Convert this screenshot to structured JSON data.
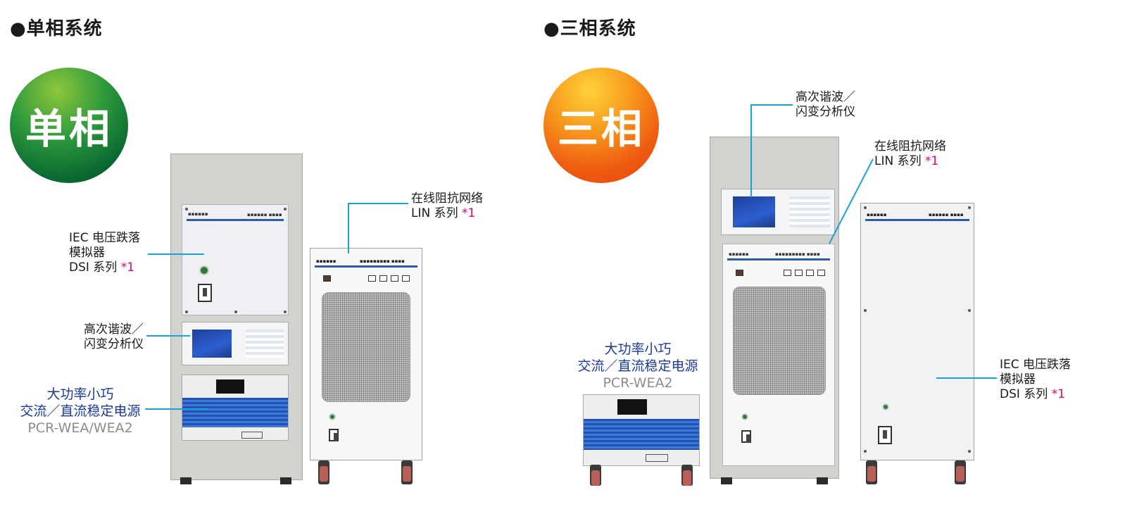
{
  "sections": {
    "single": {
      "title": "●单相系统",
      "badge": "单相",
      "dsi": {
        "l1": "IEC 电压跌落",
        "l2": "模拟器",
        "l3": "DSI 系列",
        "ref": "*1"
      },
      "harmonic": {
        "l1": "高次谐波／",
        "l2": "闪变分析仪"
      },
      "pcr": {
        "l1": "大功率小巧",
        "l2": "交流／直流稳定电源",
        "model": "PCR-WEA/WEA2"
      },
      "lin": {
        "l1": "在线阻抗网络",
        "l2": "LIN 系列",
        "ref": "*1"
      }
    },
    "three": {
      "title": "●三相系统",
      "badge": "三相",
      "harmonic": {
        "l1": "高次谐波／",
        "l2": "闪变分析仪"
      },
      "lin": {
        "l1": "在线阻抗网络",
        "l2": "LIN 系列",
        "ref": "*1"
      },
      "pcr": {
        "l1": "大功率小巧",
        "l2": "交流／直流稳定电源",
        "model": "PCR-WEA2"
      },
      "dsi": {
        "l1": "IEC 电压跌落",
        "l2": "模拟器",
        "l3": "DSI 系列",
        "ref": "*1"
      }
    }
  },
  "colors": {
    "leader": "#1aa3d9",
    "ref": "#e6007e",
    "highlight": "#1a3a9a",
    "model": "#8c8c8c"
  }
}
